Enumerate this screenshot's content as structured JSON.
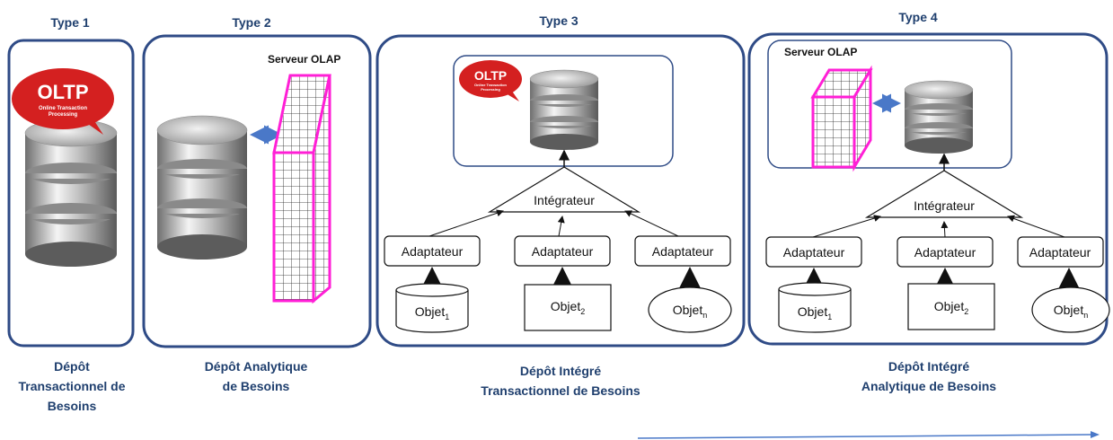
{
  "types": [
    {
      "title": "Type 1",
      "caption": [
        "Dépôt",
        "Transactionnel de",
        "Besoins"
      ]
    },
    {
      "title": "Type 2",
      "caption": [
        "Dépôt Analytique",
        "de Besoins"
      ],
      "server_label": "Serveur OLAP"
    },
    {
      "title": "Type 3",
      "caption": [
        "Dépôt Intégré",
        "Transactionnel de Besoins"
      ]
    },
    {
      "title": "Type 4",
      "caption": [
        "Dépôt Intégré",
        "Analytique de Besoins"
      ],
      "server_label": "Serveur OLAP"
    }
  ],
  "oltp": {
    "big": "OLTP",
    "small1": "Online Transaction",
    "small2": "Processing"
  },
  "integrator_label": "Intégrateur",
  "adapter_label": "Adaptateur",
  "object_base": "Objet",
  "object_subs": [
    "1",
    "2",
    "n"
  ],
  "colors": {
    "frame": "#2f4b86",
    "cube": "#ff1fd6",
    "arrow": "#4a78c8",
    "oltp": "#d42020"
  }
}
